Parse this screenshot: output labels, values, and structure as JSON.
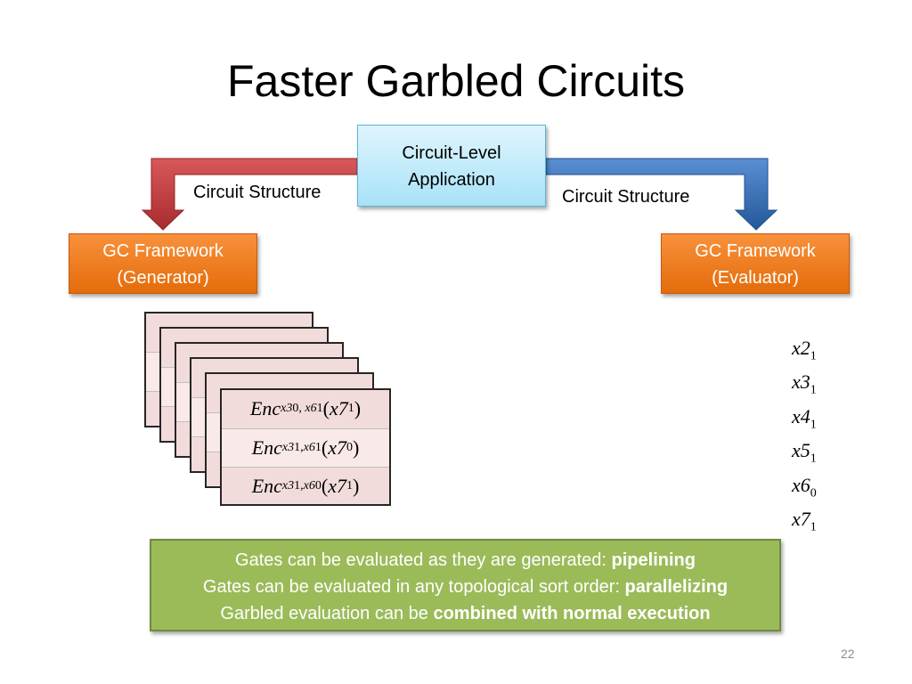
{
  "slide": {
    "title": "Faster Garbled Circuits",
    "page_number": "22"
  },
  "app_box": {
    "line1": "Circuit-Level",
    "line2": "Application"
  },
  "labels": {
    "left": "Circuit Structure",
    "right": "Circuit Structure"
  },
  "generator": {
    "line1": "GC Framework",
    "line2": "(Generator)"
  },
  "evaluator": {
    "line1": "GC Framework",
    "line2": "(Evaluator)"
  },
  "garbled_table": {
    "rows": [
      {
        "enc": "Enc",
        "key1": "x3",
        "key1_sub": "0",
        "sep": ", ",
        "key2": "x6",
        "key2_sub": "1",
        "out": "x7",
        "out_sub": "1"
      },
      {
        "enc": "Enc",
        "key1": "x3",
        "key1_sub": "1",
        "sep": ",",
        "key2": "x6",
        "key2_sub": "1",
        "out": "x7",
        "out_sub": "0"
      },
      {
        "enc": "Enc",
        "key1": "x3",
        "key1_sub": "1",
        "sep": ",",
        "key2": "x6",
        "key2_sub": "0",
        "out": "x7",
        "out_sub": "1"
      }
    ]
  },
  "wires": [
    {
      "name": "x2",
      "sub": "1"
    },
    {
      "name": "x3",
      "sub": "1"
    },
    {
      "name": "x4",
      "sub": "1"
    },
    {
      "name": "x5",
      "sub": "1"
    },
    {
      "name": "x6",
      "sub": "0"
    },
    {
      "name": "x7",
      "sub": "1"
    }
  ],
  "notes": [
    {
      "text": "Gates can be evaluated as they are generated: ",
      "bold": "pipelining"
    },
    {
      "text": "Gates can be evaluated in any topological sort order: ",
      "bold": "parallelizing"
    },
    {
      "text": "Garbled evaluation can be ",
      "bold": "combined with normal execution"
    }
  ],
  "colors": {
    "left_arrow": "#c0393b",
    "right_arrow": "#2f6fb8",
    "gc_box": "#e46c0a",
    "app_box": "#a8e2f8",
    "note_box": "#9bbb59",
    "card": "#f2dcdb"
  }
}
